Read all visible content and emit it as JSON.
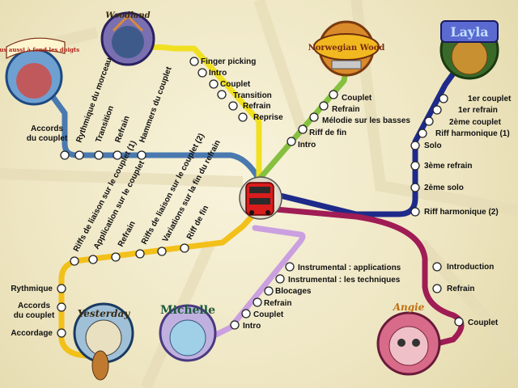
{
  "colors": {
    "background": "#f1ead0",
    "line_blue": "#4a79b0",
    "line_yellow": "#f0e020",
    "line_green": "#86c040",
    "line_navy": "#1e2a8a",
    "line_purple": "#a01c55",
    "line_lavender": "#caa0e0",
    "line_gold": "#f2c018"
  },
  "badges": [
    {
      "name": "loyalty-badge",
      "text": "Vous aussi à fond les doigts"
    },
    {
      "name": "woodland-badge",
      "text": "Woodland"
    },
    {
      "name": "norwegian-wood-badge",
      "text": "Norwegian Wood"
    },
    {
      "name": "layla-badge",
      "text": "Layla"
    },
    {
      "name": "yesterday-badge",
      "text": "Yesterday"
    },
    {
      "name": "michelle-badge",
      "text": "Michelle"
    },
    {
      "name": "angie-badge",
      "text": "Angie"
    }
  ],
  "lines": [
    {
      "name": "blue-line",
      "color": "#4a79b0",
      "stations": [
        "Accords du couplet",
        "Rythmique du morceau",
        "Transition",
        "Refrain",
        "Hammers du couplet"
      ]
    },
    {
      "name": "yellow-line",
      "color": "#f0e020",
      "stations": [
        "Finger picking",
        "Intro",
        "Couplet",
        "Transition",
        "Refrain",
        "Reprise"
      ]
    },
    {
      "name": "green-line",
      "color": "#86c040",
      "stations": [
        "Couplet",
        "Refrain",
        "Mélodie sur les basses",
        "Riff de fin",
        "Intro"
      ]
    },
    {
      "name": "navy-line",
      "color": "#1e2a8a",
      "stations": [
        "1er couplet",
        "1er refrain",
        "Riff harmonique (1)",
        "Solo",
        "3ème refrain",
        "2ème couplet",
        "2ème solo",
        "Riff  harmonique (2)"
      ]
    },
    {
      "name": "gold-line",
      "color": "#f2c018",
      "stations": [
        "Riffs de liaison sur le couplet (1)",
        "Application sur le couplet",
        "Refrain",
        "Riffs de liaison sur le couplet (2)",
        "Variations sur la fin du refrain",
        "Riff de fin",
        "Rythmique",
        "Accords du couplet",
        "Accordage"
      ]
    },
    {
      "name": "lavender-line",
      "color": "#caa0e0",
      "stations": [
        "Instrumental : applications",
        "Instrumental : les techniques",
        "Blocages",
        "Refrain",
        "Couplet",
        "Intro"
      ]
    },
    {
      "name": "purple-line",
      "color": "#a01c55",
      "stations": [
        "Introduction",
        "Refrain",
        "Couplet"
      ]
    }
  ]
}
